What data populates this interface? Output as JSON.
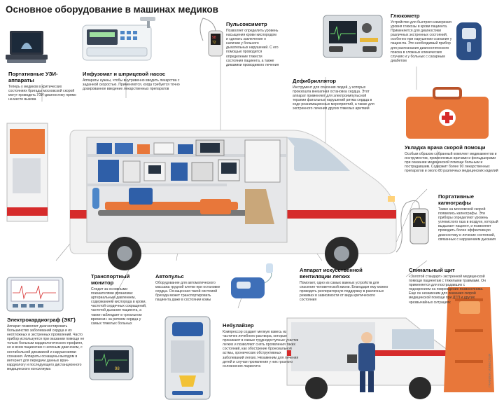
{
  "title": "Основное оборудование в машинах медиков",
  "items": [
    {
      "heading": "Портативные УЗИ-аппараты",
      "text": "Теперь у медиков в критических состояниях бригады московской скорой могут проводить УЗИ-диагностику прямо на месте вызова"
    },
    {
      "heading": "Инфузомат и шприцевой насос",
      "text": "Аппараты нужны, чтобы внутривенно вводить лекарства с заданной скоростью. Применяются, когда требуется точно дозированное введение лекарственных препаратов"
    },
    {
      "heading": "Пульсоксиметр",
      "text": "Позволяет определить уровень насыщения крови кислородом и сделать заключение о наличии у больного дыхательных нарушений. С его помощью проводится определение тяжести состояния пациента, а также дикамики проводимого лечения"
    },
    {
      "heading": "Дефибриллятор",
      "text": "Инструмент для спасения людей, у которых произошла внезапная остановка сердца. Этот аппарат применяют для электроимпульсной терапии фатальных нарушений ритма сердца в ходе реанимационных мероприятий, а также для экстренного лечения других тяжелых аритмий"
    },
    {
      "heading": "Глюкометр",
      "text": "Устройство для быстрого измерения уровня глюкозы в крови пациента. Применяется для диагностики различных экстренных состояний, особенно при нарушении сознания у пациента. Это необходимый прибор для распознания диагностического поиска в сложных клинических случаях и у больных с сахарным диабетом"
    },
    {
      "heading": "Укладка врача скорой помощи",
      "text": "Особым образом собранный комплект медикаментов и инструментов, применяемых врачами и фельдшерами при оказании медицинской помощи больным и пострадавшим. Содержит более 90 лекарственных препаратов и около 80 различных медицинских изделий"
    },
    {
      "heading": "Портативные капнографы",
      "text": "Также на московской скорой появились капнографы. Эти приборы определяют уровень углекислого газа в воздухе, который выдыхает пациент, и позволяют проводить более эффективную диагностику и лечение состояний, связанных с нарушением дыхания"
    },
    {
      "heading": "Транспортный монитор",
      "text": "Следит за основными показателями организма: артериальным давлением, содержанием кислорода в крови, частотой сердечных сокращений, частотой дыхания пациента, а также наблюдает в «реальном времени» за ритмом сердца у самых тяжелых больных"
    },
    {
      "heading": "Автопульс",
      "text": "Оборудование для автоматического массажа грудной клетки при остановке сердца. Оснащенная такой системой бригада может транспортировать пациента даже в состоянии комы"
    },
    {
      "heading": "Аппарат искусственной вентиляции легких",
      "text": "Помогает, одно из самых важных устройств для спасения человеческой жизни. Благодаря ему можно проводить респираторную поддержку в различных режимах в зависимости от вида критического состояния"
    },
    {
      "heading": "Спинальный щит",
      "text": "«Золотой стандарт» экстренной медицинской помощи пациентам с тяжелыми травмами. Он применяется для пострадавших с подозрением на повреждение позвоночника. Еще он незаменим для оказания скорой медицинской помощи при ДТП и других чрезвычайных ситуациях"
    },
    {
      "heading": "Электрокардиограф (ЭКГ)",
      "text": "Аппарат позволяет диагностировать большинство заболеваний сердца и их неотложных и экстренных проявлений. Часто прибор используется при оказании помощи не только больным кардиологического профиля, но и всем пациентам с неясным диагнозом, с нестабильной динамикой и нарушениями сознания. Аппараты оснащены выходом в интернет для передачи данных врач-кардиологу и последующего дистанционного медицинского консилиума"
    },
    {
      "heading": "Небулайзер",
      "text": "Компрессор создает мелкую взвесь из частичек лечебного раствора, которые проникают в самые труднодоступные участки легких и позволяют снять проявления таких состояний, как обострение бронхиальной астмы, хронических обструктивных заболеваний легких. Незаменим для лечения детей и случае проявления у них грозного осложнения ларингита"
    }
  ],
  "credit": "ГРАФИКА: ИЗВЕСТИЯ",
  "colors": {
    "ambulance_red": "#d62b2b",
    "equipment_orange": "#e8773a",
    "van_body": "#f2f2f2",
    "accent_blue": "#2f5fa8"
  }
}
